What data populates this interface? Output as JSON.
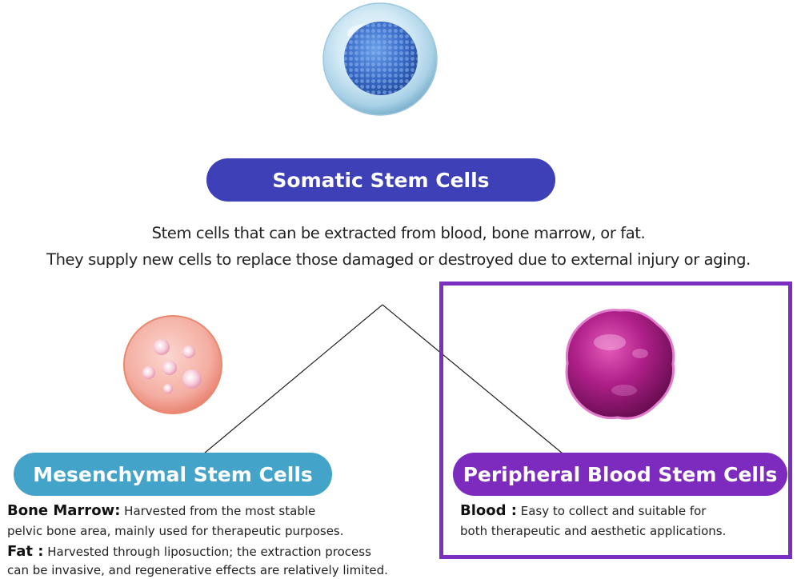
{
  "top": {
    "title": "Somatic Stem Cells",
    "description_line1": "Stem cells that can be extracted from blood, bone marrow, or fat.",
    "description_line2": "They supply new cells to replace those damaged or destroyed due to external injury or aging."
  },
  "left": {
    "title": "Mesenchymal Stem Cells",
    "items": [
      {
        "label": "Bone Marrow",
        "separator": ":",
        "line1": " Harvested from the most stable",
        "line2": "pelvic bone area, mainly used for therapeutic purposes."
      },
      {
        "label": "Fat",
        "separator": " :",
        "line1": " Harvested through liposuction; the extraction process",
        "line2": "can be invasive, and regenerative effects are relatively limited."
      }
    ]
  },
  "right": {
    "title": "Peripheral Blood Stem Cells",
    "items": [
      {
        "label": "Blood",
        "separator": " :",
        "line1": " Easy to collect and suitable for",
        "line2": "both therapeutic and aesthetic applications."
      }
    ]
  },
  "colors": {
    "somatic": "#3d40b6",
    "mesenchymal": "#44a3c8",
    "peripheral": "#7d2bbf",
    "highlight_border": "#7a2fc0"
  }
}
